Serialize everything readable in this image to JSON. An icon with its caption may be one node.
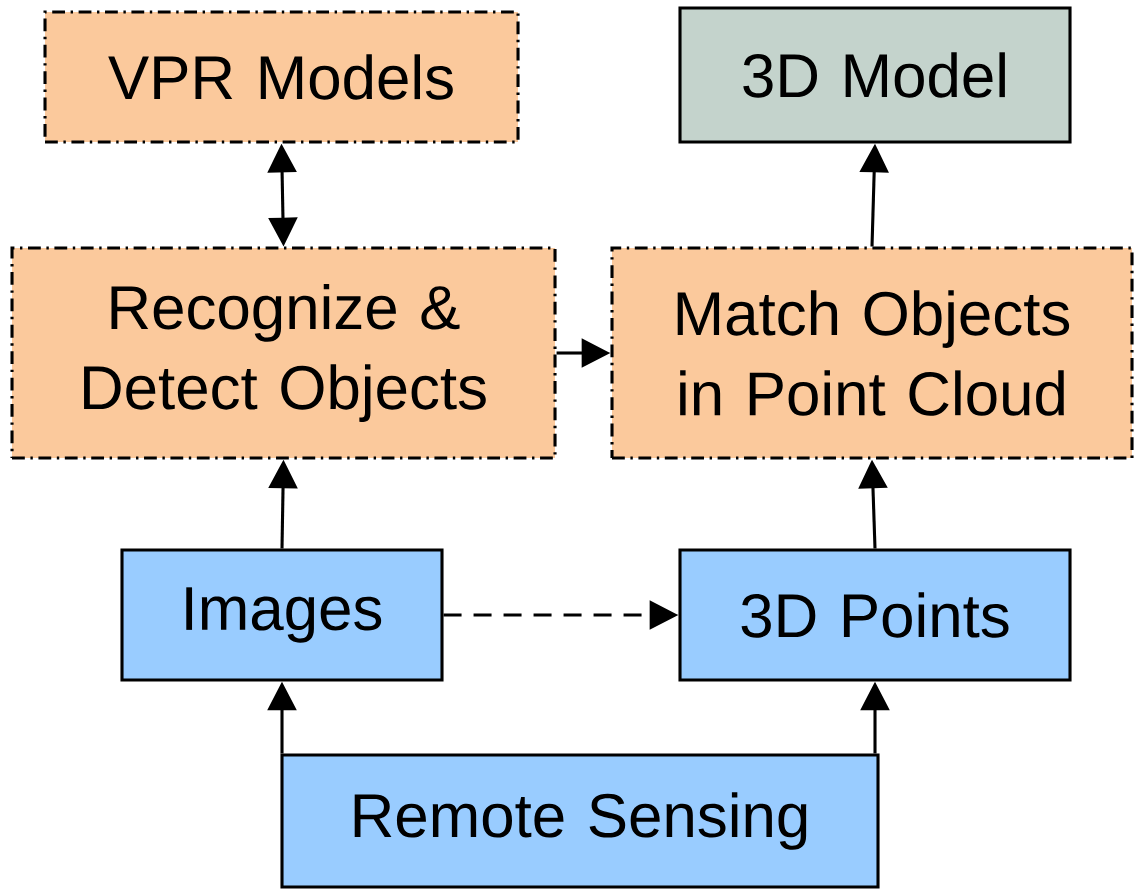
{
  "diagram": {
    "nodes": [
      {
        "text": [
          "VPR Models"
        ]
      },
      {
        "text": [
          "3D Model"
        ]
      },
      {
        "text": [
          "Recognize & Detect Objects"
        ]
      },
      {
        "text": [
          "Match Objects in Point Cloud"
        ]
      },
      {
        "text": [
          "Images"
        ]
      },
      {
        "text": [
          "3D Points"
        ]
      },
      {
        "text": [
          "Remote Sensing"
        ]
      }
    ],
    "edges": [
      {
        "from": 0,
        "to": 2,
        "arrow": "both"
      },
      {
        "from": 3,
        "to": 1,
        "arrow": "to"
      },
      {
        "from": 2,
        "to": 3,
        "arrow": "to"
      },
      {
        "from": 4,
        "to": 2,
        "arrow": "to"
      },
      {
        "from": 5,
        "to": 3,
        "arrow": "to"
      },
      {
        "from": 4,
        "to": 5,
        "arrow": "to",
        "style": "dashed"
      },
      {
        "from": 6,
        "to": 4,
        "arrow": "to"
      },
      {
        "from": 6,
        "to": 5,
        "arrow": "to"
      }
    ]
  }
}
